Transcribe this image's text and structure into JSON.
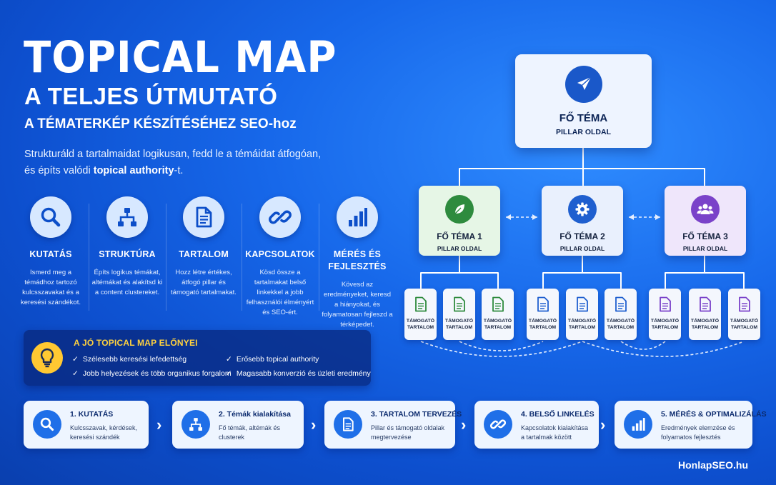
{
  "hero": {
    "title": "TOPICAL MAP",
    "subtitle": "A TELJES ÚTMUTATÓ",
    "subtitle2": "A TÉMATERKÉP KÉSZÍTÉSÉHEZ SEO-hoz",
    "desc_line1": "Strukturáld a tartalmaidat logikusan, fedd le a témáidat átfogóan,",
    "desc_line2_prefix": "és építs valódi ",
    "desc_line2_bold": "topical authority",
    "desc_line2_suffix": "-t."
  },
  "pillars": [
    {
      "icon": "search-icon",
      "title": "KUTATÁS",
      "desc": "Ismerd meg a témádhoz tartozó kulcsszavakat és a keresési szándékot."
    },
    {
      "icon": "sitemap-icon",
      "title": "STRUKTÚRA",
      "desc": "Építs logikus témákat, altémákat és alakítsd ki a content clustereket."
    },
    {
      "icon": "document-icon",
      "title": "TARTALOM",
      "desc": "Hozz létre értékes, átfogó pillar és támogató tartalmakat."
    },
    {
      "icon": "link-icon",
      "title": "KAPCSOLATOK",
      "desc": "Kösd össze a tartalmakat belső linkekkel a jobb felhasználói élményért és SEO-ért."
    },
    {
      "icon": "bar-chart-icon",
      "title": "MÉRÉS ÉS FEJLESZTÉS",
      "desc": "Kövesd az eredményeket, keresd a hiányokat, és folyamatosan fejleszd a térképedet."
    }
  ],
  "benefits": {
    "title": "A JÓ TOPICAL MAP ELŐNYEI",
    "items": [
      "Szélesebb keresési lefedettség",
      "Erősebb topical authority",
      "Jobb helyezések és több organikus forgalom",
      "Magasabb konverzió és üzleti eredmény"
    ]
  },
  "steps": [
    {
      "icon": "search-icon",
      "title": "1. KUTATÁS",
      "desc": "Kulcsszavak, kérdések, keresési szándék"
    },
    {
      "icon": "sitemap-icon",
      "title": "2. Témák kialakítása",
      "desc": "Fő témák, altémák és clusterek"
    },
    {
      "icon": "document-icon",
      "title": "3. TARTALOM TERVEZÉS",
      "desc": "Pillar és támogató oldalak megtervezése"
    },
    {
      "icon": "link-icon",
      "title": "4. BELSŐ LINKELÉS",
      "desc": "Kapcsolatok kialakítása a tartalmak között"
    },
    {
      "icon": "bar-chart-icon",
      "title": "5. MÉRÉS & OPTIMALIZÁLÁS",
      "desc": "Eredmények elemzése és folyamatos fejlesztés"
    }
  ],
  "diagram": {
    "main": {
      "title": "FŐ TÉMA",
      "sub": "PILLAR OLDAL",
      "icon": "paper-plane-icon"
    },
    "pillars": [
      {
        "title": "FŐ TÉMA 1",
        "sub": "PILLAR OLDAL",
        "icon": "leaf-icon",
        "color": "#2e8b3e"
      },
      {
        "title": "FŐ TÉMA 2",
        "sub": "PILLAR OLDAL",
        "icon": "gear-icon",
        "color": "#1f5fcf"
      },
      {
        "title": "FŐ TÉMA 3",
        "sub": "PILLAR OLDAL",
        "icon": "users-icon",
        "color": "#7a42c9"
      }
    ],
    "support_line1": "TÁMOGATÓ",
    "support_line2": "TARTALOM"
  },
  "brand": "HonlapSEO.hu",
  "colors": {
    "accent": "#1f6fe8",
    "green": "#2e8b3e",
    "blue": "#1f5fcf",
    "purple": "#7a42c9",
    "yellow": "#ffc832"
  }
}
